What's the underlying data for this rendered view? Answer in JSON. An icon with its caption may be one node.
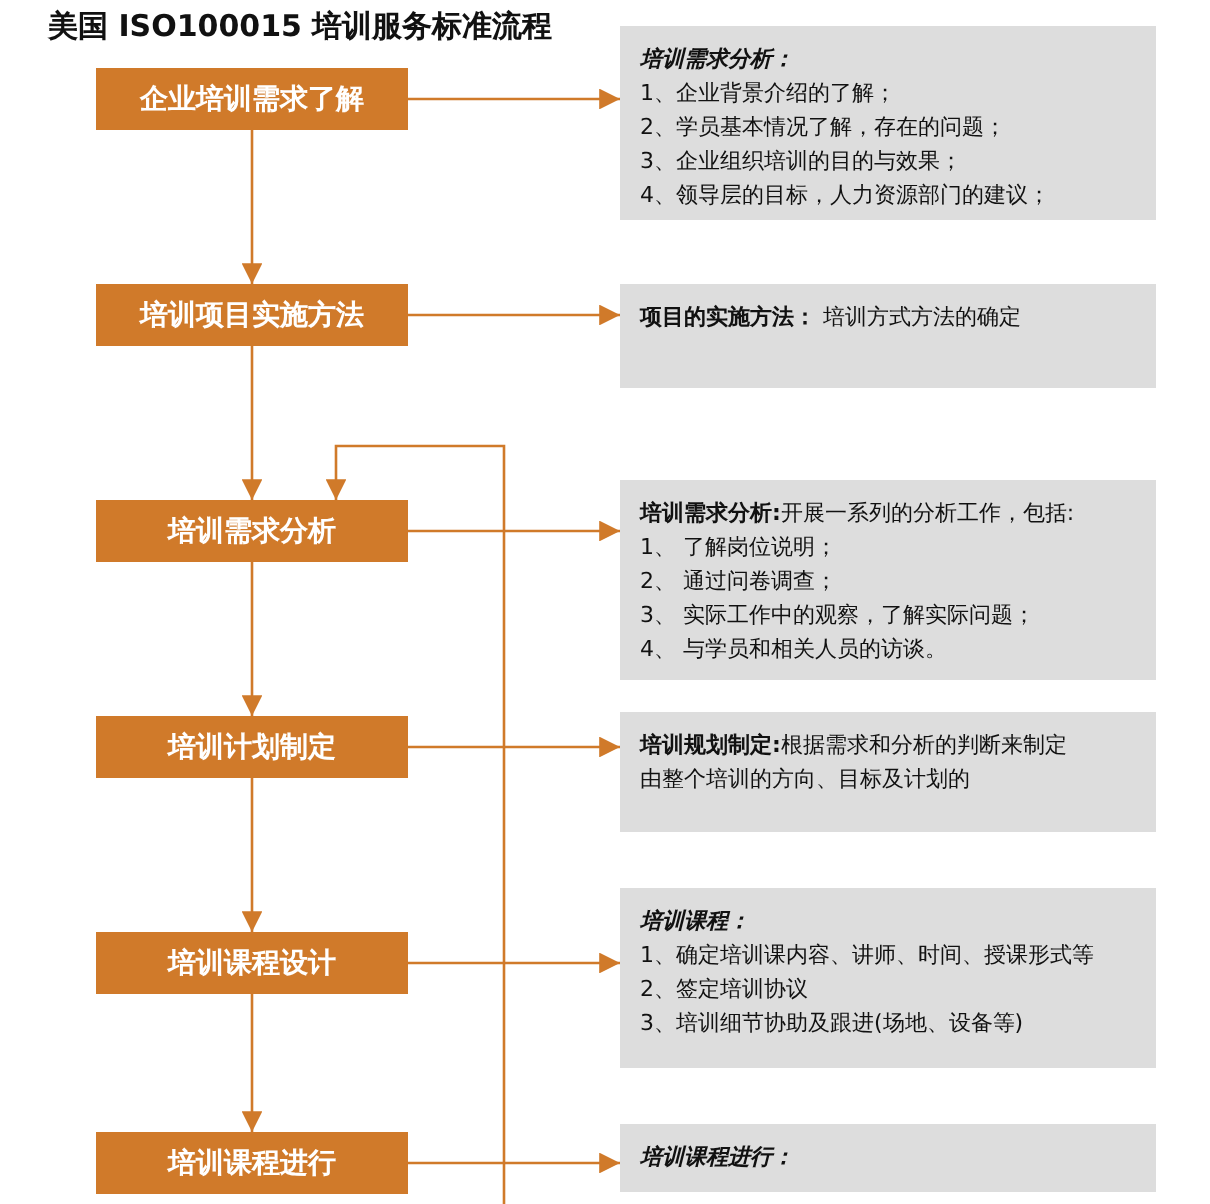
{
  "diagram": {
    "title": "美国 ISO100015 培训服务标准流程",
    "nodes": [
      {
        "text": [
          "企业培训需求了解"
        ]
      },
      {
        "text": [
          "培训需求分析：",
          "1、企业背景介绍的了解；",
          "2、学员基本情况了解，存在的问题；",
          "3、企业组织培训的目的与效果；",
          "4、领导层的目标，人力资源部门的建议；"
        ]
      },
      {
        "text": [
          "培训项目实施方法"
        ]
      },
      {
        "text": [
          "**项目的实施方法：** 培训方式方法的确定"
        ]
      },
      {
        "text": [
          "培训需求分析"
        ]
      },
      {
        "text": [
          "**培训需求分析:**开展一系列的分析工作，包括:",
          "1、 了解岗位说明；",
          "2、 通过问卷调查；",
          "3、 实际工作中的观察，了解实际问题；",
          "4、 与学员和相关人员的访谈。"
        ]
      },
      {
        "text": [
          "培训计划制定"
        ]
      },
      {
        "text": [
          "**培训规划制定:**根据需求和分析的判断来制定",
          "由整个培训的方向、目标及计划的"
        ]
      },
      {
        "text": [
          "培训课程设计"
        ]
      },
      {
        "text": [
          "培训课程：",
          "1、确定培训课内容、讲师、时间、授课形式等",
          "2、签定培训协议",
          "3、培训细节协助及跟进(场地、设备等)"
        ]
      },
      {
        "text": [
          "培训课程进行"
        ]
      },
      {
        "text": [
          "培训课程进行："
        ]
      }
    ],
    "edges": [
      {
        "from": 0,
        "to": 1,
        "arrow": "to"
      },
      {
        "from": 0,
        "to": 2,
        "arrow": "to"
      },
      {
        "from": 2,
        "to": 3,
        "arrow": "to"
      },
      {
        "from": 2,
        "to": 4,
        "arrow": "to"
      },
      {
        "from": null,
        "to": 4,
        "arrow": "to"
      },
      {
        "from": 4,
        "to": 5,
        "arrow": "to"
      },
      {
        "from": 4,
        "to": 6,
        "arrow": "to"
      },
      {
        "from": 6,
        "to": 7,
        "arrow": "to"
      },
      {
        "from": 6,
        "to": 8,
        "arrow": "to"
      },
      {
        "from": 8,
        "to": 9,
        "arrow": "to"
      },
      {
        "from": 8,
        "to": 10,
        "arrow": "to"
      },
      {
        "from": 10,
        "to": 11,
        "arrow": "to"
      }
    ]
  }
}
